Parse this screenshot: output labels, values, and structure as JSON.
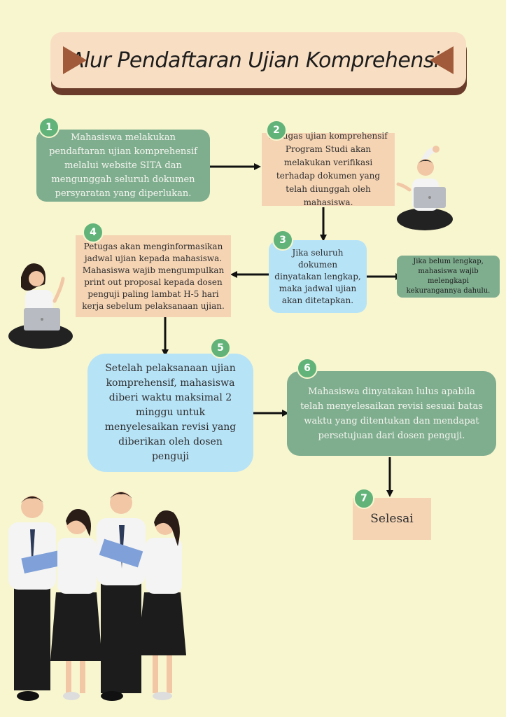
{
  "title": "Alur Pendaftaran Ujian Komprehensif",
  "steps": [
    {
      "number": "1",
      "text": "Mahasiswa melakukan pendaftaran ujian komprehensif melalui website SITA dan mengunggah seluruh dokumen persyaratan yang diperlukan."
    },
    {
      "number": "2",
      "text": "Petugas ujian komprehensif Program Studi akan melakukan verifikasi terhadap dokumen yang telah diunggah oleh mahasiswa."
    },
    {
      "number": "3",
      "text": "Jika seluruh dokumen dinyatakan lengkap, maka jadwal ujian akan ditetapkan."
    },
    {
      "number": "4",
      "text": "Petugas akan menginformasikan jadwal ujian kepada mahasiswa. Mahasiswa wajib mengumpulkan print out proposal kepada dosen penguji paling lambat H-5 hari kerja sebelum pelaksanaan ujian."
    },
    {
      "number": "5",
      "text": "Setelah pelaksanaan ujian komprehensif, mahasiswa diberi waktu maksimal 2 minggu untuk menyelesaikan revisi yang diberikan oleh dosen penguji"
    },
    {
      "number": "6",
      "text": "Mahasiswa dinyatakan lulus apabila telah menyelesaikan revisi sesuai batas waktu yang ditentukan dan mendapat persetujuan dari dosen penguji."
    },
    {
      "number": "7",
      "text": "Selesai"
    }
  ],
  "incomplete_note": "Jika belum lengkap, mahasiswa wajib melengkapi kekurangannya dahulu.",
  "colors": {
    "background": "#f8f6cf",
    "green_box": "#7fae8f",
    "peach_box": "#f5d4b4",
    "blue_box": "#b7e3f7",
    "badge": "#62b37a",
    "banner": "#f8dfc4",
    "banner_accent": "#a15a3a"
  }
}
